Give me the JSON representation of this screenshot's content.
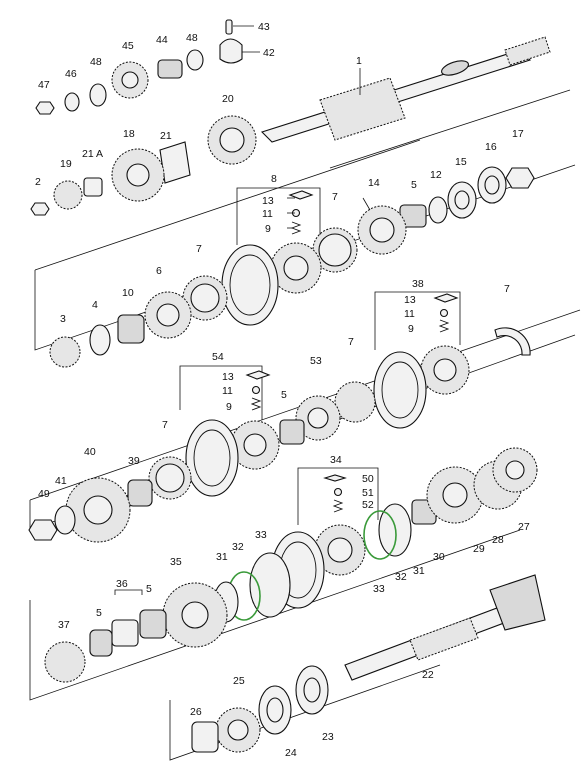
{
  "labels": {
    "l1": "1",
    "l2": "2",
    "l3": "3",
    "l4": "4",
    "l5": "5",
    "l6": "6",
    "l7": "7",
    "l8": "8",
    "l9": "9",
    "l10": "10",
    "l11": "11",
    "l12": "12",
    "l13": "13",
    "l14": "14",
    "l15": "15",
    "l16": "16",
    "l17": "17",
    "l18": "18",
    "l19": "19",
    "l20": "20",
    "l21": "21",
    "l21a": "21 A",
    "l22": "22",
    "l23": "23",
    "l24": "24",
    "l25": "25",
    "l26": "26",
    "l27": "27",
    "l28": "28",
    "l29": "29",
    "l30": "30",
    "l31": "31",
    "l32": "32",
    "l33": "33",
    "l34": "34",
    "l35": "35",
    "l36": "36",
    "l37": "37",
    "l38": "38",
    "l39": "39",
    "l40": "40",
    "l41": "41",
    "l42": "42",
    "l43": "43",
    "l44": "44",
    "l45": "45",
    "l46": "46",
    "l47": "47",
    "l48": "48",
    "l49": "49",
    "l50": "50",
    "l51": "51",
    "l52": "52",
    "l53": "53",
    "l54": "54"
  },
  "colors": {
    "line": "#111111",
    "highlight": "#3a9a3a",
    "background": "#ffffff"
  }
}
